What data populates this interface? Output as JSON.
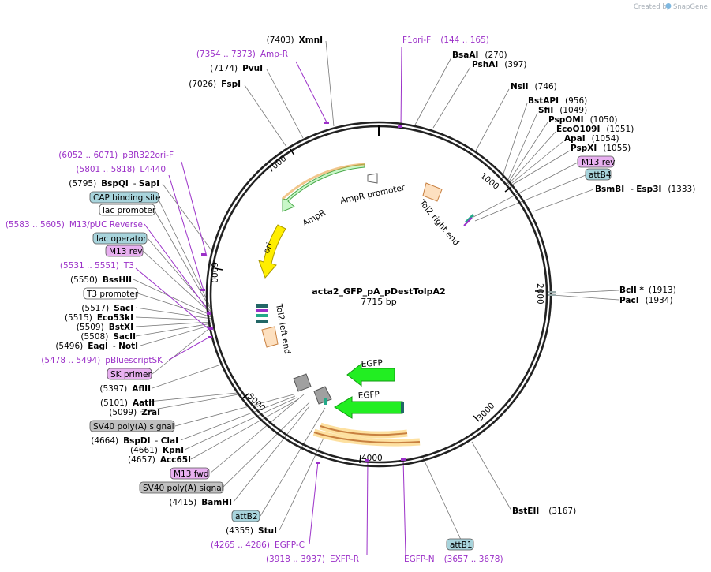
{
  "credit": "Created by",
  "brand": "SnapGene",
  "plasmid": {
    "name": "acta2_GFP_pA_pDestTolpA2",
    "length": "7715 bp"
  },
  "ticks": [
    "1000",
    "2000",
    "3000",
    "4000",
    "5000",
    "6000",
    "7000"
  ],
  "features_on_map": {
    "ampr_promoter": "AmpR promoter",
    "ampr": "AmpR",
    "ori": "ori",
    "tol2_right": "Tol2 right end",
    "tol2_left": "Tol2 left end",
    "egfp1": "EGFP",
    "egfp2": "EGFP"
  },
  "right_labels": [
    {
      "pos": "(270)",
      "name": "BsaAI"
    },
    {
      "pos": "(397)",
      "name": "PshAI"
    },
    {
      "pos": "(746)",
      "name": "NsiI"
    },
    {
      "pos": "(956)",
      "name": "BstAPI"
    },
    {
      "pos": "(1049)",
      "name": "SfiI"
    },
    {
      "pos": "(1050)",
      "name": "PspOMI"
    },
    {
      "pos": "(1051)",
      "name": "EcoO109I"
    },
    {
      "pos": "(1054)",
      "name": "ApaI"
    },
    {
      "pos": "(1055)",
      "name": "PspXI"
    },
    {
      "pos": "(1333)",
      "name": "BsmBI",
      "name2": "Esp3I"
    },
    {
      "pos": "(1913)",
      "name": "BclI *"
    },
    {
      "pos": "(1934)",
      "name": "PacI"
    },
    {
      "pos": "(3167)",
      "name": "BstEII"
    }
  ],
  "left_labels": [
    {
      "pos": "(7403)",
      "name": "XmnI"
    },
    {
      "pos": "(7174)",
      "name": "PvuI"
    },
    {
      "pos": "(7026)",
      "name": "FspI"
    },
    {
      "pos": "(5795)",
      "name": "BspQI",
      "name2": "SapI"
    },
    {
      "pos": "(5550)",
      "name": "BssHII"
    },
    {
      "pos": "(5517)",
      "name": "SacI"
    },
    {
      "pos": "(5515)",
      "name": "Eco53kI"
    },
    {
      "pos": "(5509)",
      "name": "BstXI"
    },
    {
      "pos": "(5508)",
      "name": "SacII"
    },
    {
      "pos": "(5496)",
      "name": "EagI",
      "name2": "NotI"
    },
    {
      "pos": "(5397)",
      "name": "AflII"
    },
    {
      "pos": "(5101)",
      "name": "AatII"
    },
    {
      "pos": "(5099)",
      "name": "ZraI"
    },
    {
      "pos": "(4664)",
      "name": "BspDI",
      "name2": "ClaI"
    },
    {
      "pos": "(4661)",
      "name": "KpnI"
    },
    {
      "pos": "(4657)",
      "name": "Acc65I"
    },
    {
      "pos": "(4415)",
      "name": "BamHI"
    },
    {
      "pos": "(4355)",
      "name": "StuI"
    }
  ],
  "primers": [
    {
      "range": "(7354 .. 7373)",
      "name": "Amp-R"
    },
    {
      "range": "(144 .. 165)",
      "name": "F1ori-F"
    },
    {
      "range": "(6052 .. 6071)",
      "name": "pBR322ori-F"
    },
    {
      "range": "(5801 .. 5818)",
      "name": "L4440"
    },
    {
      "range": "(5583 .. 5605)",
      "name": "M13/pUC Reverse"
    },
    {
      "range": "(5531 .. 5551)",
      "name": "T3"
    },
    {
      "range": "(5478 .. 5494)",
      "name": "pBluescriptSK"
    },
    {
      "range": "(4265 .. 4286)",
      "name": "EGFP-C"
    },
    {
      "range": "(3918 .. 3937)",
      "name": "EXFP-R"
    },
    {
      "range": "(3657 .. 3678)",
      "name": "EGFP-N"
    }
  ],
  "boxes": {
    "m13rev_r": "M13 rev",
    "attb4": "attB4",
    "cap": "CAP binding site",
    "lacprom": "lac promoter",
    "lacop": "lac operator",
    "m13rev_l": "M13 rev",
    "t3prom": "T3 promoter",
    "skprimer": "SK primer",
    "sv40a": "SV40 poly(A) signal",
    "m13fwd": "M13 fwd",
    "sv40b": "SV40 poly(A) signal",
    "attb2": "attB2",
    "attb1": "attB1"
  },
  "colors": {
    "primer": "#9b30c8",
    "ampr": "#c8f7c8",
    "ori": "#ffee00",
    "egfp": "#22ee22",
    "tol2": "#fde0c0",
    "m13_box": "#e8b0f0",
    "att_box": "#a8d4dc",
    "grey_box": "#c0c0c0"
  }
}
